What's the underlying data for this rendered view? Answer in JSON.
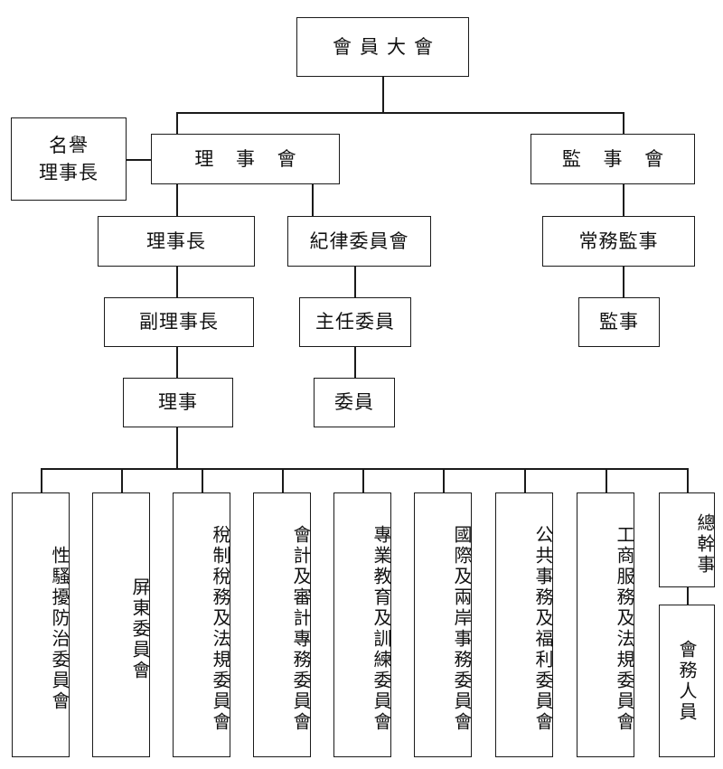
{
  "diagram": {
    "title_node": "會員大會",
    "type": "organization-chart",
    "orientation": "top-down",
    "nodes": {
      "general_assembly": "會員大會",
      "honorary_chairman": "名譽\n理事長",
      "honorary_chairman_line1": "名譽",
      "honorary_chairman_line2": "理事長",
      "board_of_directors": "理 事 會",
      "board_of_supervisors": "監 事 會",
      "chairman": "理事長",
      "discipline_committee": "紀律委員會",
      "standing_supervisor": "常務監事",
      "vice_chairman": "副理事長",
      "chief_committee_member": "主任委員",
      "supervisor": "監事",
      "director": "理事",
      "committee_member": "委員",
      "secretary_general": "總幹事",
      "admin_staff": "會務人員"
    },
    "committees": [
      "性騷擾防治委員會",
      "屏東委員會",
      "稅制稅務及法規委員會",
      "會計及審計專務委員會",
      "專業教育及訓練委員會",
      "國際及兩岸事務委員會",
      "公共事務及福利委員會",
      "工商服務及法規委員會"
    ],
    "colors": {
      "stroke": "#1a1a1a",
      "background": "#ffffff",
      "text": "#111111"
    }
  }
}
